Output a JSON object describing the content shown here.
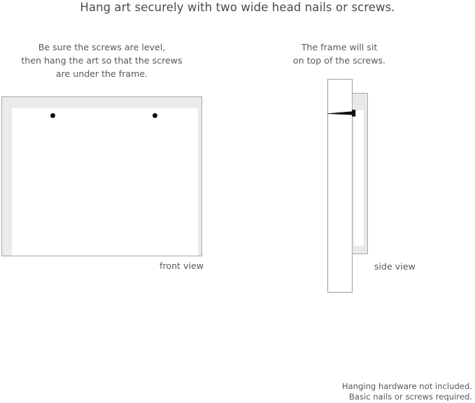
{
  "headline": "Hang art securely with two wide head nails or screws.",
  "captions": {
    "left": {
      "line1": "Be sure the screws are level,",
      "line2": "then hang the art so that the screws",
      "line3": "are under the frame."
    },
    "right": {
      "line1": "The frame will sit",
      "line2": "on top of the screws."
    }
  },
  "diagrams": {
    "front": {
      "label": "front view",
      "frame_fill": "#ebebeb",
      "frame_border": "#a8a8a8",
      "mat_fill": "#ffffff",
      "screw_color": "#111111",
      "screw_count": 2
    },
    "side": {
      "label": "side view",
      "wall_fill": "#ffffff",
      "wall_border": "#9d9d9d",
      "frame_fill": "#e8e8e8",
      "frame_border": "#a8a8a8",
      "frame_inner_fill": "#ffffff",
      "nail_color": "#111111"
    }
  },
  "footer": {
    "line1": "Hanging hardware not included.",
    "line2": "Basic nails or screws required."
  }
}
